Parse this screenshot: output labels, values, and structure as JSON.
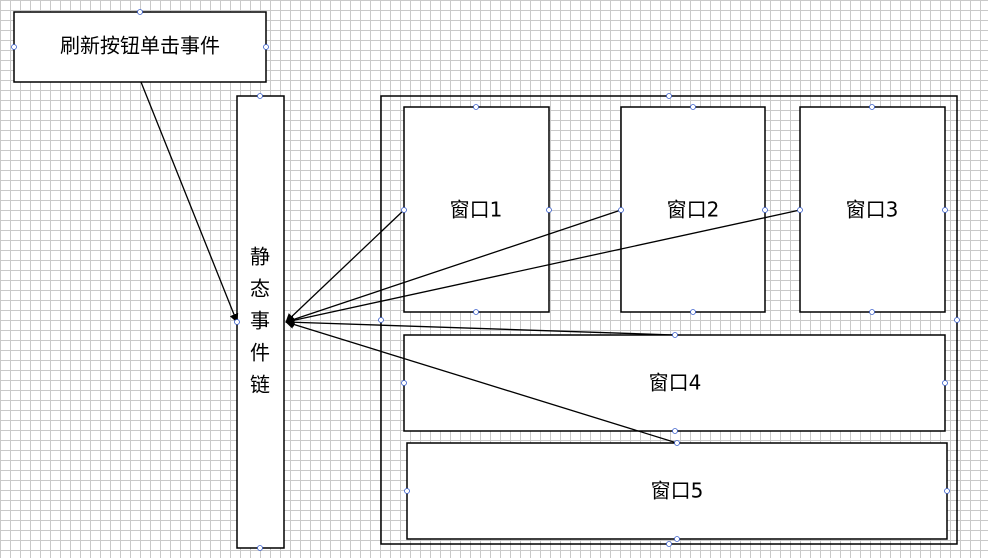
{
  "event_box": {
    "label": "刷新按钮单击事件"
  },
  "static_chain": {
    "chars": [
      "静",
      "态",
      "事",
      "件",
      "链"
    ]
  },
  "windows": [
    {
      "id": "window-1",
      "label": "窗口1"
    },
    {
      "id": "window-2",
      "label": "窗口2"
    },
    {
      "id": "window-3",
      "label": "窗口3"
    },
    {
      "id": "window-4",
      "label": "窗口4"
    },
    {
      "id": "window-5",
      "label": "窗口5"
    }
  ],
  "colors": {
    "stroke": "#000000",
    "grid": "#c9c9c9",
    "handle": "#3a5fcd"
  }
}
